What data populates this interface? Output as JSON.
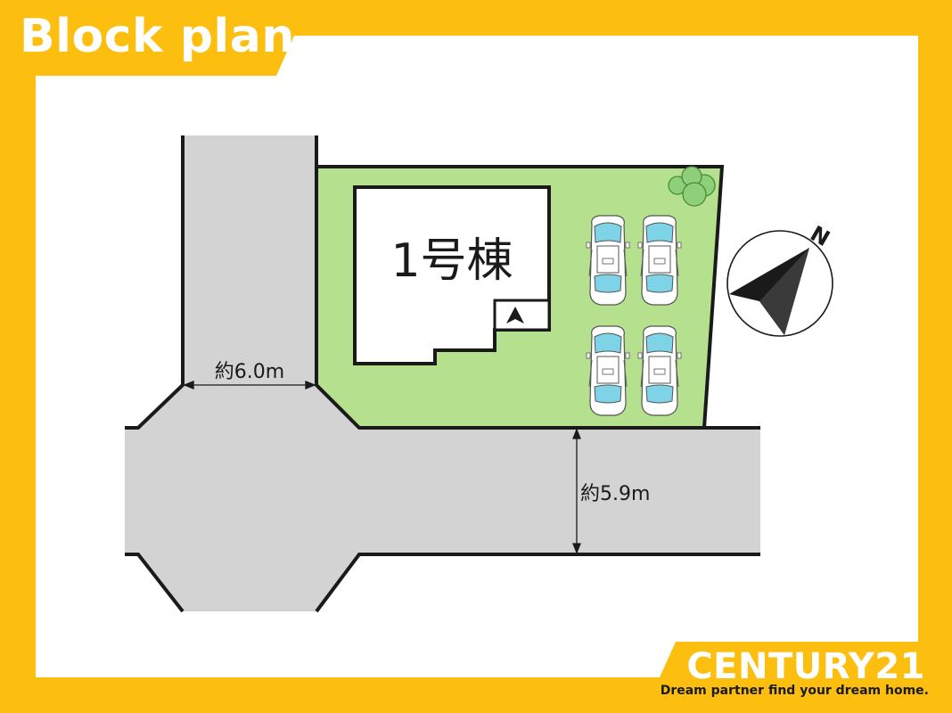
{
  "header": {
    "title": "Block plan"
  },
  "plan": {
    "building_label": "1号棟",
    "road_north_width": "約6.0m",
    "road_south_width": "約5.9m",
    "compass_letter": "N"
  },
  "brand": {
    "name": "CENTURY21",
    "tagline": "Dream partner find your dream home."
  },
  "colors": {
    "frame": "#fdbf0f",
    "lot": "#b5e08d",
    "road": "#d3d3d3",
    "car_glass": "#7fd3e6",
    "tree": "#8ed07a"
  }
}
